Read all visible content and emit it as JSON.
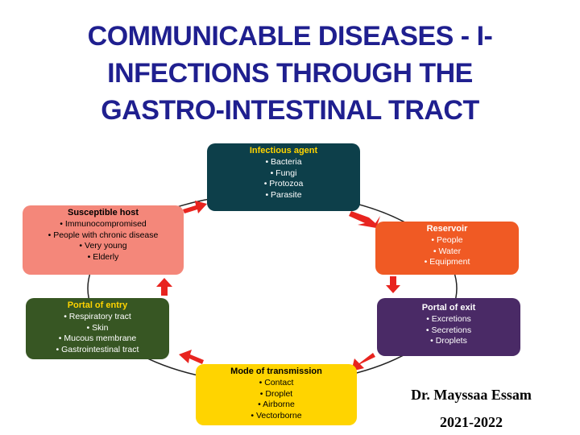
{
  "title": {
    "line1": "COMMUNICABLE DISEASES - I-",
    "line2": "INFECTIONS THROUGH THE",
    "line3": "GASTRO-INTESTINAL TRACT"
  },
  "colors": {
    "title": "#1f1f8f",
    "arrow": "#e8241f",
    "infectious_agent": "#0d3f4a",
    "reservoir": "#f05a24",
    "portal_of_exit": "#4a2a66",
    "mode_of_transmission": "#ffd400",
    "portal_of_entry": "#375623",
    "susceptible_host": "#f4877a"
  },
  "nodes": {
    "infectious_agent": {
      "heading": "Infectious agent",
      "items": [
        "Bacteria",
        "Fungi",
        "Protozoa",
        "Parasite"
      ]
    },
    "reservoir": {
      "heading": "Reservoir",
      "items": [
        "People",
        "Water",
        "Equipment"
      ]
    },
    "portal_of_exit": {
      "heading": "Portal of exit",
      "items": [
        "Excretions",
        "Secretions",
        "Droplets"
      ]
    },
    "mode_of_transmission": {
      "heading": "Mode of transmission",
      "items": [
        "Contact",
        "Droplet",
        "Airborne",
        "Vectorborne"
      ]
    },
    "portal_of_entry": {
      "heading": "Portal of entry",
      "items": [
        "Respiratory tract",
        "Skin",
        "Mucous membrane",
        "Gastrointestinal tract"
      ]
    },
    "susceptible_host": {
      "heading": "Susceptible host",
      "items": [
        "Immunocompromised",
        "People with chronic disease",
        "Very young",
        "Elderly"
      ]
    }
  },
  "author": {
    "name": "Dr. Mayssaa Essam",
    "year": "2021-2022"
  }
}
